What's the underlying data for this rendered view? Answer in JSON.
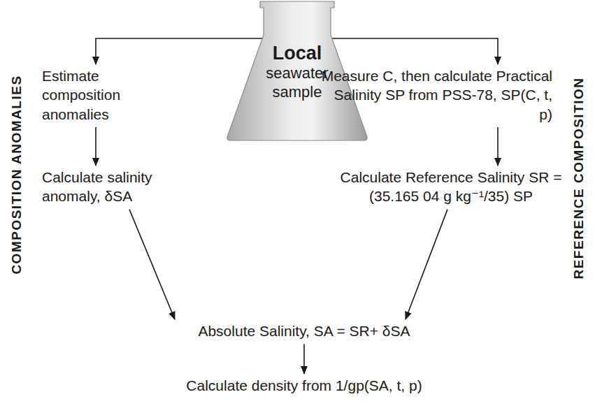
{
  "diagram": {
    "nodes": [
      {
        "text": [
          "Local",
          "seawater sample"
        ]
      },
      {
        "text": [
          "Estimate composition anomalies"
        ]
      },
      {
        "text": [
          "Measure C, then calculate Practical Salinity SP from PSS-78, SP(C, t, p)"
        ]
      },
      {
        "text": [
          "Calculate salinity anomaly, δSA"
        ]
      },
      {
        "text": [
          "Calculate Reference Salinity SR = (35.165 04 g kg⁻¹/35) SP"
        ]
      },
      {
        "text": [
          "Absolute Salinity, SA = SR+ δSA"
        ]
      },
      {
        "text": [
          "Calculate density from 1/gp(SA, t, p)"
        ]
      }
    ],
    "edges": [
      {
        "from": 0,
        "to": 1,
        "arrow": "to"
      },
      {
        "from": 0,
        "to": 2,
        "arrow": "to"
      },
      {
        "from": 1,
        "to": 3,
        "arrow": "to"
      },
      {
        "from": 2,
        "to": 4,
        "arrow": "to"
      },
      {
        "from": 3,
        "to": 5,
        "arrow": "to"
      },
      {
        "from": 4,
        "to": 5,
        "arrow": "to"
      },
      {
        "from": 5,
        "to": 6,
        "arrow": "to"
      }
    ],
    "labels": [
      "COMPOSITION ANOMALIES",
      "REFERENCE COMPOSITION"
    ]
  }
}
